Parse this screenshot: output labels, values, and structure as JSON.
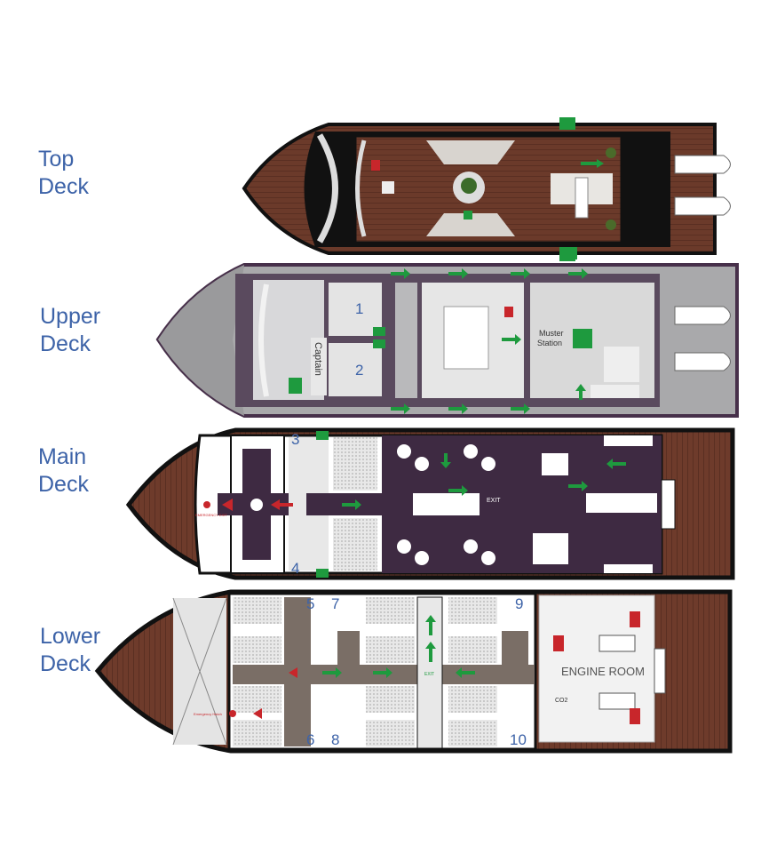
{
  "decks": [
    {
      "id": "top",
      "label_line1": "Top",
      "label_line2": "Deck"
    },
    {
      "id": "upper",
      "label_line1": "Upper",
      "label_line2": "Deck"
    },
    {
      "id": "main",
      "label_line1": "Main",
      "label_line2": "Deck"
    },
    {
      "id": "lower",
      "label_line1": "Lower",
      "label_line2": "Deck"
    }
  ],
  "upper_deck": {
    "cabins": [
      "1",
      "2"
    ],
    "captain": "Captain",
    "muster_line1": "Muster",
    "muster_line2": "Station"
  },
  "main_deck": {
    "cabins": [
      "3",
      "4"
    ],
    "emergency_exit": "EMERGENCY EXIT",
    "exit": "EXIT"
  },
  "lower_deck": {
    "cabins": [
      "5",
      "6",
      "7",
      "8",
      "9",
      "10"
    ],
    "engine_room": "ENGINE ROOM",
    "exit": "EXIT",
    "emergency_hatch": "Emergency Hatch",
    "co2": "CO2"
  },
  "colors": {
    "label": "#3d63a8",
    "wood": "#6b3a2a",
    "purple_floor": "#3e2a42",
    "grey_floor": "#a9a9ab",
    "hull": "#111111",
    "arrow": "#1e9a3e",
    "safety": "#c8262b"
  }
}
